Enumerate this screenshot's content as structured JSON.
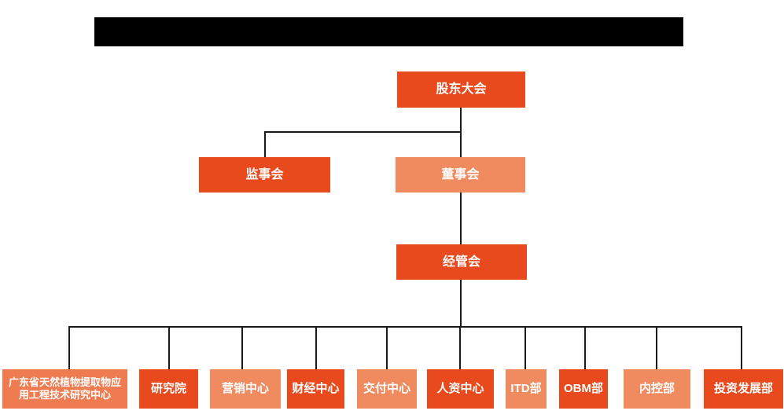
{
  "palette": {
    "dark": "#E8491D",
    "light": "#F08A5F",
    "medium": "#EE7C50",
    "line": "#1A1A1A",
    "node_text": "#FFFFFF",
    "redaction": "#000000"
  },
  "org": {
    "root": {
      "label": "股东大会",
      "tone": "dark"
    },
    "level2": [
      {
        "label": "监事会",
        "tone": "dark"
      },
      {
        "label": "董事会",
        "tone": "light"
      }
    ],
    "level3": [
      {
        "label": "经管会",
        "tone": "dark"
      }
    ],
    "departments": [
      {
        "label": "广东省天然植物提取物应用工程技术研究中心",
        "tone": "medium"
      },
      {
        "label": "研究院",
        "tone": "dark"
      },
      {
        "label": "营销中心",
        "tone": "light"
      },
      {
        "label": "财经中心",
        "tone": "dark"
      },
      {
        "label": "交付中心",
        "tone": "light"
      },
      {
        "label": "人资中心",
        "tone": "dark"
      },
      {
        "label": "ITD部",
        "tone": "light"
      },
      {
        "label": "OBM部",
        "tone": "dark"
      },
      {
        "label": "内控部",
        "tone": "light"
      },
      {
        "label": "投资发展部",
        "tone": "dark"
      }
    ]
  }
}
